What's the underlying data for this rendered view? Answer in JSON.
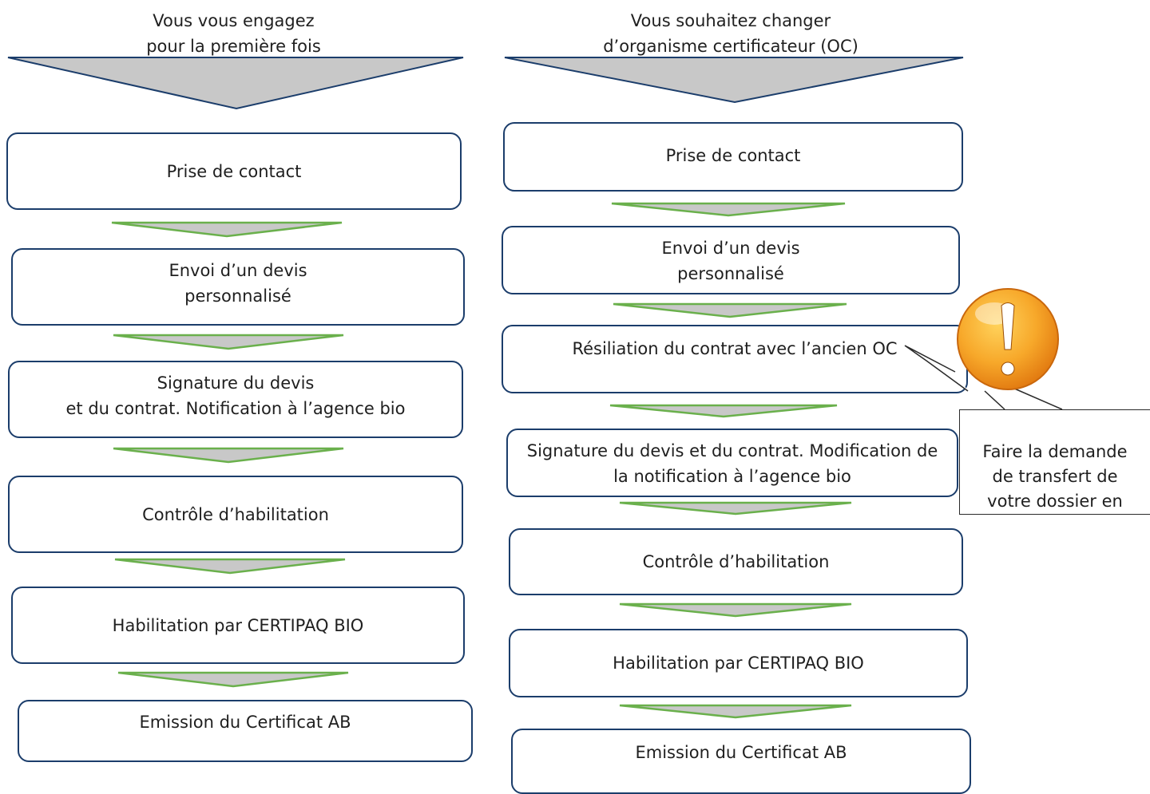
{
  "left": {
    "heading": "Vous vous engagez\npour la première fois",
    "steps": [
      "Prise de contact",
      "Envoi d’un devis\npersonnalisé",
      "Signature du devis\net du contrat. Notification à l’agence bio",
      "Contrôle d’habilitation",
      "Habilitation par CERTIPAQ BIO",
      "Emission du Certificat AB"
    ]
  },
  "right": {
    "heading": "Vous souhaitez changer\nd’organisme certificateur (OC)",
    "steps": [
      "Prise de contact",
      "Envoi d’un devis\npersonnalisé",
      "Résiliation du contrat avec l’ancien OC",
      "Signature du devis et du contrat. Modification de\nla notification à l’agence bio",
      "Contrôle d’habilitation",
      "Habilitation par CERTIPAQ BIO",
      "Emission du Certificat AB"
    ]
  },
  "callout": {
    "text": "Faire la demande\nde transfert de\nvotre dossier en\nmême temps",
    "icon": "warning-icon"
  },
  "colors": {
    "box_border": "#1b3d6b",
    "arrow_fill": "#c8c8c8",
    "big_arrow_stroke": "#1b3d6b",
    "small_arrow_stroke": "#6ab04c",
    "warning_orange": "#f29a1c"
  }
}
